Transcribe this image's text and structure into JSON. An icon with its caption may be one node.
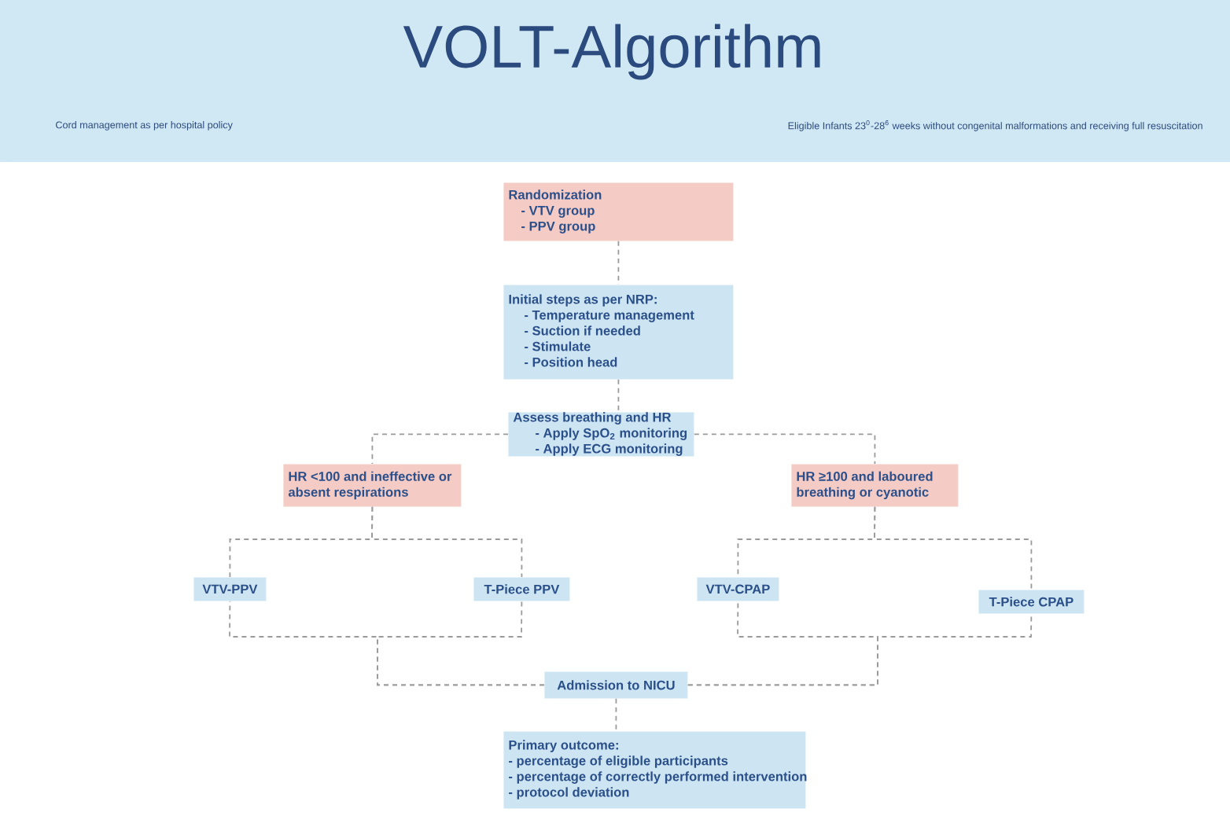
{
  "diagram": {
    "title": "VOLT-Algorithm",
    "nodes": [
      {
        "text": [
          "Randomization",
          "- VTV group",
          "- PPV group"
        ]
      },
      {
        "text": [
          "Initial steps as per NRP:",
          "- Temperature management",
          "- Suction if needed",
          "- Stimulate",
          "- Position head"
        ]
      },
      {
        "text": [
          "Assess breathing and HR",
          "- Apply SpO$_{2}$ monitoring",
          "- Apply ECG monitoring"
        ]
      },
      {
        "text": [
          "HR <100 and ineffective or absent respirations"
        ]
      },
      {
        "text": [
          "HR ≥100 and laboured breathing or cyanotic"
        ]
      },
      {
        "text": [
          "VTV-PPV"
        ]
      },
      {
        "text": [
          "T-Piece PPV"
        ]
      },
      {
        "text": [
          "VTV-CPAP"
        ]
      },
      {
        "text": [
          "T-Piece CPAP"
        ]
      },
      {
        "text": [
          "Admission to NICU"
        ]
      },
      {
        "text": [
          "Primary outcome:",
          "- percentage of eligible participants",
          "- percentage of correctly performed intervention",
          "- protocol deviation"
        ]
      }
    ],
    "edges": [
      {
        "from": 0,
        "to": 1,
        "arrow": "none",
        "style": "dashed"
      },
      {
        "from": 1,
        "to": 2,
        "arrow": "none",
        "style": "dashed"
      },
      {
        "from": 2,
        "to": 3,
        "arrow": "none",
        "style": "dashed"
      },
      {
        "from": 2,
        "to": 4,
        "arrow": "none",
        "style": "dashed"
      },
      {
        "from": 3,
        "to": 5,
        "arrow": "none",
        "style": "dashed"
      },
      {
        "from": 3,
        "to": 6,
        "arrow": "none",
        "style": "dashed"
      },
      {
        "from": 4,
        "to": 7,
        "arrow": "none",
        "style": "dashed"
      },
      {
        "from": 4,
        "to": 8,
        "arrow": "none",
        "style": "dashed"
      },
      {
        "from": 5,
        "to": 9,
        "arrow": "none",
        "style": "dashed"
      },
      {
        "from": 6,
        "to": 9,
        "arrow": "none",
        "style": "dashed"
      },
      {
        "from": 7,
        "to": 9,
        "arrow": "none",
        "style": "dashed"
      },
      {
        "from": 8,
        "to": 9,
        "arrow": "none",
        "style": "dashed"
      },
      {
        "from": 9,
        "to": 10,
        "arrow": "none",
        "style": "dashed"
      }
    ],
    "labels": [
      "Cord management as per hospital policy",
      "Eligible Infants 23$^{0}$-28$^{6}$ weeks without congenital malformations and receiving full resuscitation"
    ]
  }
}
